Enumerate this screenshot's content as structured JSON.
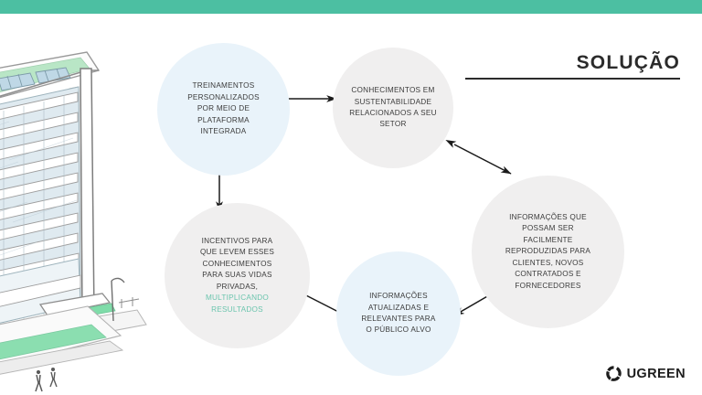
{
  "slide": {
    "title": "SOLUÇÃO",
    "accent_bar_color": "#4cbfa2",
    "background_color": "#ffffff"
  },
  "palette": {
    "teal": "#4cbfa2",
    "accent_text_teal": "#6cc5ae",
    "circle_blue": "#e9f3fa",
    "circle_grey": "#f0efef",
    "body_text": "#3b3b3b",
    "title_text": "#2b2b2b",
    "arrow": "#1a1a1a"
  },
  "illustration": {
    "name": "sustainable-office-building-sketch",
    "description": "Hand-drawn sketch of a glass office tower with rooftop solar panels and green landscaping"
  },
  "diagram": {
    "type": "node-network",
    "nodes": [
      {
        "id": "treinamentos",
        "fill": "blue",
        "lines": [
          "TREINAMENTOS",
          "PERSONALIZADOS",
          "POR MEIO DE",
          "PLATAFORMA",
          "INTEGRADA"
        ],
        "accent_lines": []
      },
      {
        "id": "conhecimentos",
        "fill": "grey",
        "lines": [
          "CONHECIMENTOS EM",
          "SUSTENTABILIDADE",
          "RELACIONADOS A SEU",
          "SETOR"
        ],
        "accent_lines": []
      },
      {
        "id": "informacoes-reproduzidas",
        "fill": "grey",
        "lines": [
          "INFORMAÇÕES QUE",
          "POSSAM SER",
          "FACILMENTE",
          "REPRODUZIDAS PARA",
          "CLIENTES, NOVOS",
          "CONTRATADOS E",
          "FORNECEDORES"
        ],
        "accent_lines": []
      },
      {
        "id": "informacoes-atualizadas",
        "fill": "blue",
        "lines": [
          "INFORMAÇÕES",
          "ATUALIZADAS E",
          "RELEVANTES PARA",
          "O PÚBLICO ALVO"
        ],
        "accent_lines": []
      },
      {
        "id": "incentivos",
        "fill": "grey",
        "lines": [
          "INCENTIVOS PARA",
          "QUE LEVEM ESSES",
          "CONHECIMENTOS",
          "PARA SUAS VIDAS",
          "PRIVADAS,"
        ],
        "accent_lines": [
          "MULTIPLICANDO",
          "RESULTADOS"
        ]
      }
    ],
    "connections": [
      {
        "from": "treinamentos",
        "to": "conhecimentos",
        "style": "double-arrow"
      },
      {
        "from": "conhecimentos",
        "to": "informacoes-reproduzidas",
        "style": "double-arrow"
      },
      {
        "from": "informacoes-reproduzidas",
        "to": "informacoes-atualizadas",
        "style": "double-arrow"
      },
      {
        "from": "informacoes-atualizadas",
        "to": "incentivos",
        "style": "double-arrow"
      },
      {
        "from": "incentivos",
        "to": "treinamentos",
        "style": "double-arrow"
      }
    ]
  },
  "logo": {
    "text": "UGREEN",
    "mark": "segmented-ring-icon"
  }
}
